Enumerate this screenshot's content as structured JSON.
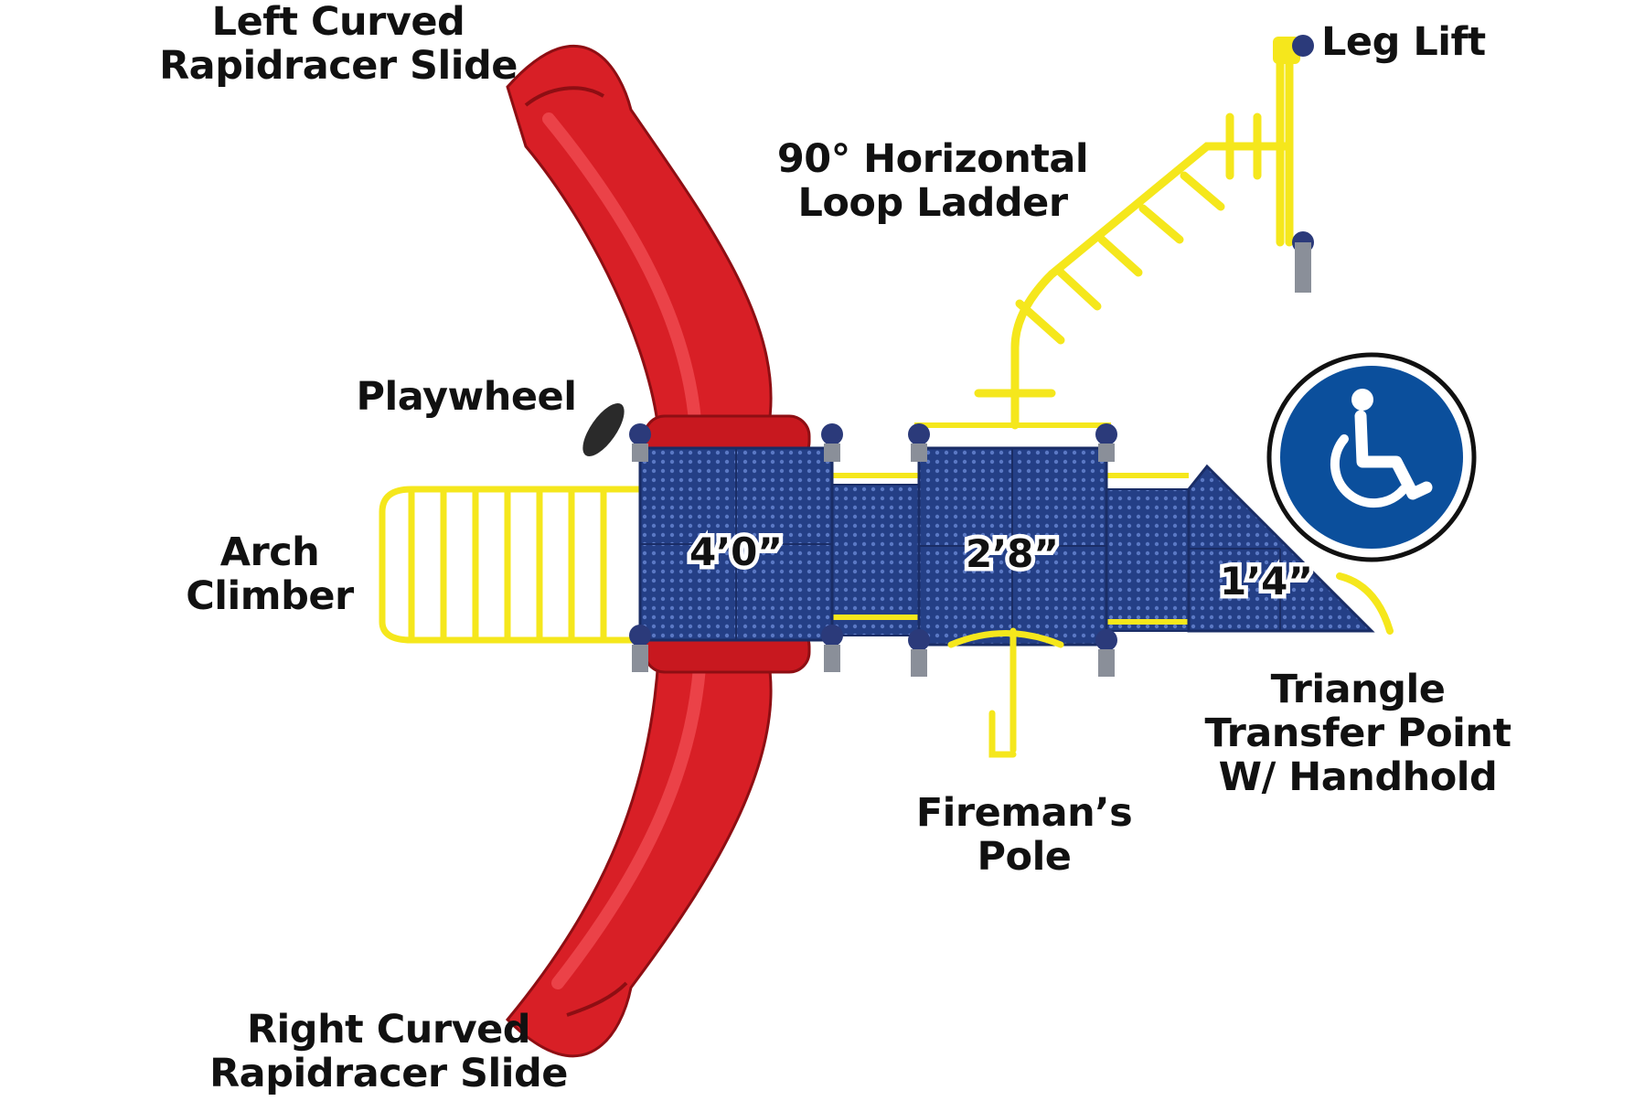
{
  "labels": {
    "left_slide": [
      "Left Curved",
      "Rapidracer Slide"
    ],
    "leg_lift": [
      "Leg Lift"
    ],
    "loop_ladder": [
      "90° Horizontal",
      "Loop Ladder"
    ],
    "playwheel": [
      "Playwheel"
    ],
    "arch_climber": [
      "Arch",
      "Climber"
    ],
    "triangle_transfer": [
      "Triangle",
      "Transfer Point",
      "W/ Handhold"
    ],
    "firemans_pole": [
      "Fireman’s",
      "Pole"
    ],
    "right_slide": [
      "Right Curved",
      "Rapidracer Slide"
    ]
  },
  "deck_heights": {
    "deck_1": "4’0”",
    "deck_2": "2’8”",
    "deck_3": "1’4”"
  },
  "icons": {
    "accessibility": "wheelchair-accessible-icon"
  },
  "colors": {
    "slide_red": "#d81f26",
    "deck_blue": "#243f86",
    "rail_yellow": "#f5e71c",
    "post_navy": "#2b3a7a",
    "access_blue": "#0b4f9c",
    "text": "#111111"
  }
}
